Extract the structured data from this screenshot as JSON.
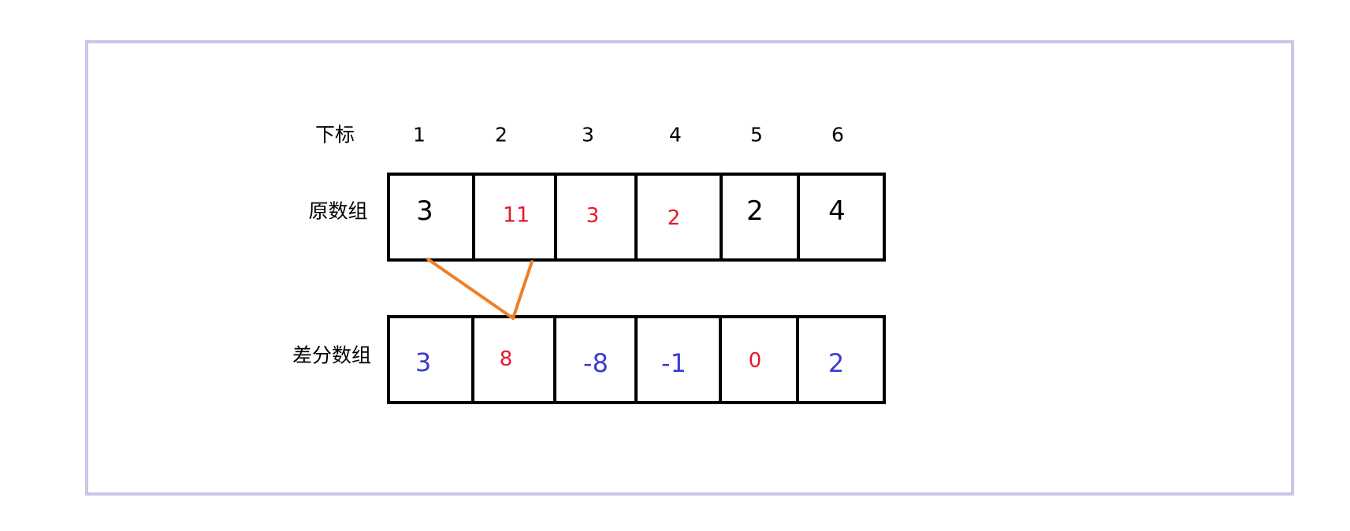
{
  "row_labels": {
    "index": "下标",
    "original": "原数组",
    "diff": "差分数组"
  },
  "indices": [
    "1",
    "2",
    "3",
    "4",
    "5",
    "6"
  ],
  "original": [
    {
      "text": "3",
      "color": "#000000"
    },
    {
      "text": "11",
      "color": "#e6192b"
    },
    {
      "text": "3",
      "color": "#e6192b"
    },
    {
      "text": "2",
      "color": "#e6192b"
    },
    {
      "text": "2",
      "color": "#000000"
    },
    {
      "text": "4",
      "color": "#000000"
    }
  ],
  "diff": [
    {
      "text": "3",
      "color": "#3b3bd1"
    },
    {
      "text": "8",
      "color": "#e6192b"
    },
    {
      "text": "-8",
      "color": "#3b3bd1"
    },
    {
      "text": "-1",
      "color": "#3b3bd1"
    },
    {
      "text": "0",
      "color": "#e6192b"
    },
    {
      "text": "2",
      "color": "#3b3bd1"
    }
  ],
  "colors": {
    "frame": "#c9c6ea",
    "connector": "#f07f25",
    "black": "#000000",
    "red": "#e6192b",
    "blue": "#3b3bd1"
  }
}
